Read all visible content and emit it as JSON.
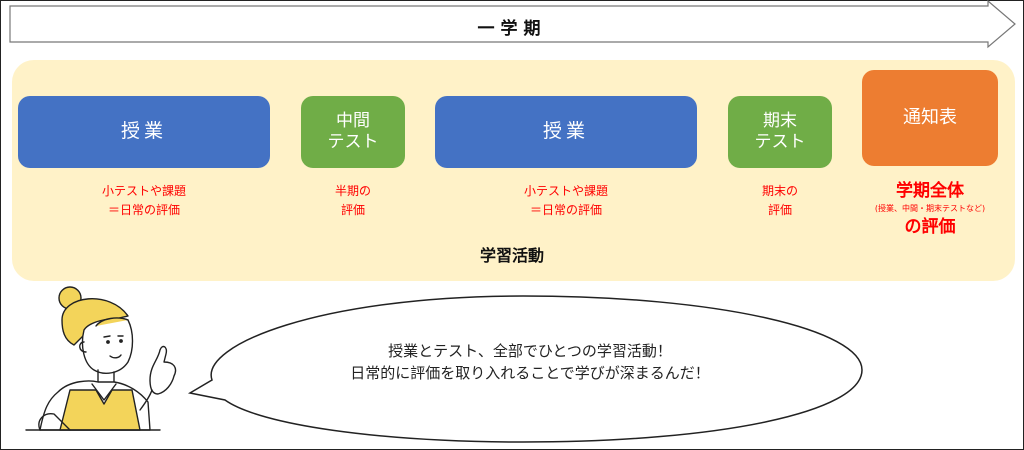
{
  "header": {
    "title": "一学期"
  },
  "timeline": [
    {
      "label": "授業",
      "note_line1": "小テストや課題",
      "note_line2": "＝日常の評価"
    },
    {
      "label_line1": "中間",
      "label_line2": "テスト",
      "note_line1": "半期の",
      "note_line2": "評価"
    },
    {
      "label": "授業",
      "note_line1": "小テストや課題",
      "note_line2": "＝日常の評価"
    },
    {
      "label_line1": "期末",
      "label_line2": "テスト",
      "note_line1": "期末の",
      "note_line2": "評価"
    },
    {
      "label": "通知表",
      "note_line1": "学期全体",
      "note_small": "(授業、中間・期末テストなど)",
      "note_line2": "の評価"
    }
  ],
  "activity_label": "学習活動",
  "speech": {
    "line1": "授業とテスト、全部でひとつの学習活動！",
    "line2": "日常的に評価を取り入れることで学びが深まるんだ！"
  },
  "colors": {
    "blue": "#4472c4",
    "green": "#70ad47",
    "orange": "#ed7d31",
    "band": "#fff2c8",
    "note": "#ff0000"
  }
}
